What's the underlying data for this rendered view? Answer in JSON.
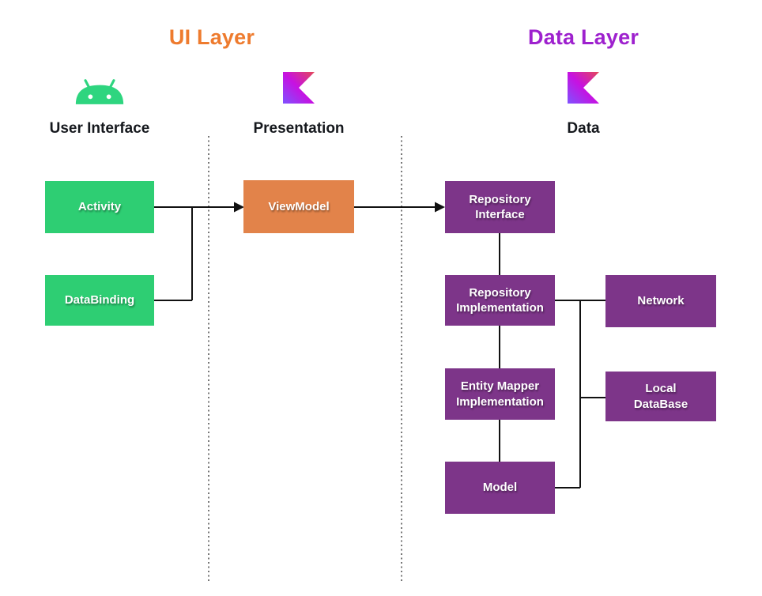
{
  "diagram": {
    "ui_layer_title": "UI Layer",
    "data_layer_title": "Data Layer",
    "columns": {
      "user_interface": "User Interface",
      "presentation": "Presentation",
      "data": "Data"
    },
    "nodes": {
      "activity": "Activity",
      "databinding": "DataBinding",
      "viewmodel": "ViewModel",
      "repository_interface": "Repository\nInterface",
      "repository_implementation": "Repository\nImplementation",
      "entity_mapper_implementation": "Entity Mapper\nImplementation",
      "model": "Model",
      "network": "Network",
      "local_database": "Local\nDataBase"
    },
    "icons": {
      "user_interface": "android-icon",
      "presentation": "kotlin-icon",
      "data": "kotlin-icon"
    },
    "colors": {
      "ui_layer_title": "#EE7B2E",
      "data_layer_title": "#9E21CE",
      "green_box": "#2ECE73",
      "orange_box": "#E2834A",
      "purple_box": "#7D3589",
      "android_green": "#2ED57F",
      "kotlin_gradient_start": "#7F52FF",
      "kotlin_gradient_mid": "#C711E1",
      "kotlin_gradient_end": "#E44857",
      "connector_line": "#111111",
      "divider_dotted": "#4A4A4A"
    }
  }
}
